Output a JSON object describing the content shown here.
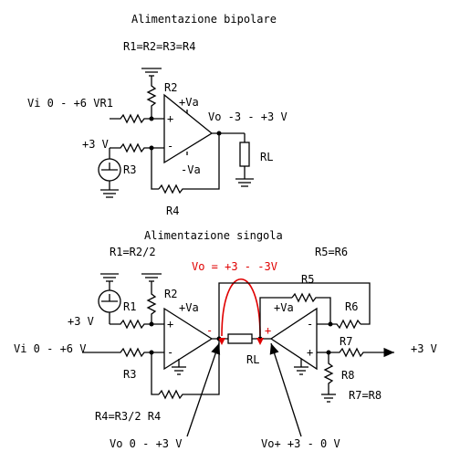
{
  "top": {
    "title": "Alimentazione bipolare",
    "resistor_note": "R1=R2=R3=R4",
    "r1": "Vi 0 - +6 VR1",
    "r2": "R2",
    "r3": "R3",
    "r4": "R4",
    "rl": "RL",
    "plus_va": "+Va",
    "minus_va": "-Va",
    "vo": "Vo -3 - +3 V",
    "ref_v": "+3 V",
    "plus": "+",
    "minus": "-"
  },
  "bottom": {
    "title": "Alimentazione singola",
    "note_left": "R1=R2/2",
    "note_right": "R5=R6",
    "vo_diff": "Vo = +3 - -3V",
    "r1": "R1",
    "r2": "R2",
    "r3": "R3",
    "r4": "R4",
    "r5": "R5",
    "r6": "R6",
    "r7": "R7",
    "r8": "R8",
    "rl": "RL",
    "plus_va_1": "+Va",
    "plus_va_2": "+Va",
    "ref_v": "+3 V",
    "vi": "Vi 0 - +6 V",
    "out_v": "+3 V",
    "note_r4": "R4=R3/2 R4",
    "note_r7": "R7=R8",
    "vo_left": "Vo 0 - +3 V",
    "vo_right": "Vo+ +3 - 0 V",
    "plus": "+",
    "minus": "-",
    "red_minus": "-",
    "red_plus": "+"
  }
}
